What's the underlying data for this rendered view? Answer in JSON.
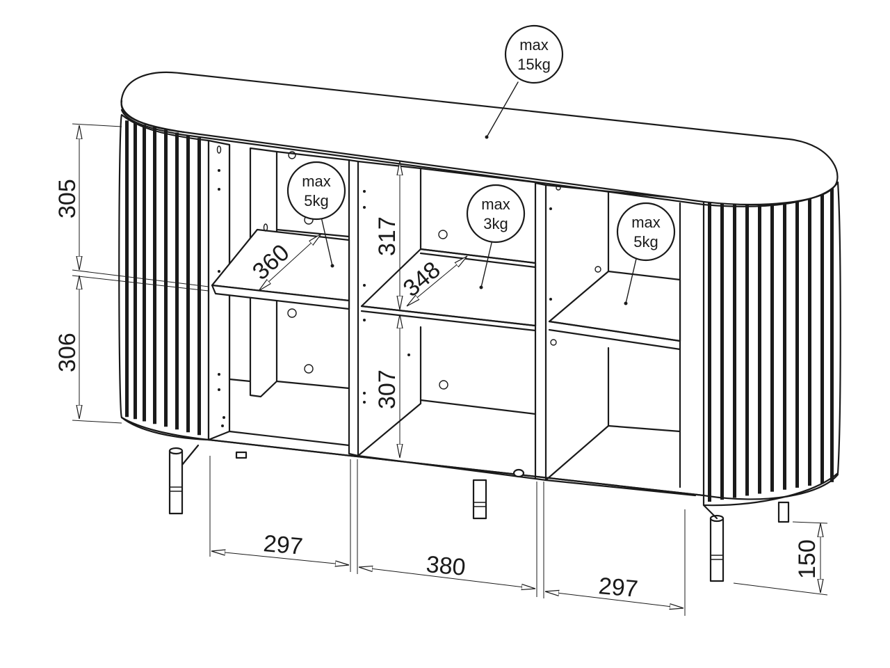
{
  "load_tags": [
    {
      "id": "top",
      "line1": "max",
      "line2": "15kg"
    },
    {
      "id": "left-shelf",
      "line1": "max",
      "line2": "5kg"
    },
    {
      "id": "middle-shelf",
      "line1": "max",
      "line2": "3kg"
    },
    {
      "id": "right-shelf",
      "line1": "max",
      "line2": "5kg"
    }
  ],
  "dimensions": {
    "upper_height_left": "305",
    "lower_height_left": "306",
    "upper_height_middle": "317",
    "lower_height_middle": "307",
    "left_shelf_depth": "360",
    "middle_shelf_depth": "348",
    "left_width": "297",
    "middle_width": "380",
    "right_width": "297",
    "leg_height": "150"
  },
  "colors": {
    "line": "#1a1a1a",
    "background": "#ffffff"
  }
}
